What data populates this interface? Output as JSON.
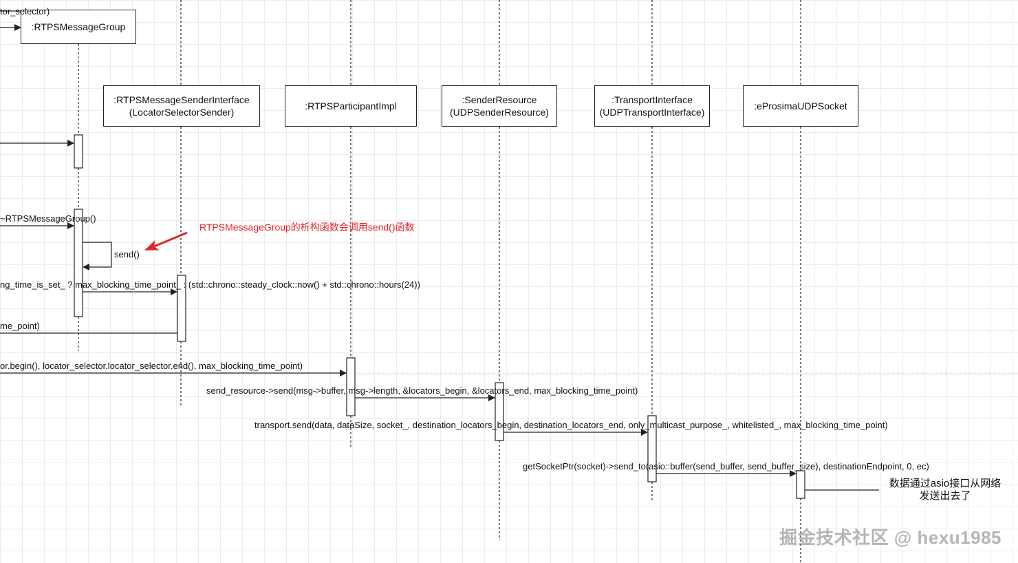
{
  "lifelines": [
    {
      "id": "group",
      "label": ":RTPSMessageGroup"
    },
    {
      "id": "sender_if",
      "label": ":RTPSMessageSenderInterface\n(LocatorSelectorSender)"
    },
    {
      "id": "participant",
      "label": ":RTPSParticipantImpl"
    },
    {
      "id": "sender_res",
      "label": ":SenderResource\n(UDPSenderResource)"
    },
    {
      "id": "transport",
      "label": ":TransportInterface\n(UDPTransportInterface)"
    },
    {
      "id": "socket",
      "label": ":eProsimaUDPSocket"
    }
  ],
  "messages": {
    "m0": "tor_selector)",
    "m1": "~RTPSMessageGroup()",
    "m2": "send()",
    "m3": "ng_time_is_set_ ? max_blocking_time_point_ : (std::chrono::steady_clock::now() + std::chrono::hours(24))",
    "m4": "me_point)",
    "m5": "or.begin(), locator_selector.locator_selector.end(), max_blocking_time_point)",
    "m6": "send_resource->send(msg->buffer, msg->length, &locators_begin, &locators_end, max_blocking_time_point)",
    "m7": "transport.send(data, dataSize, socket_, destination_locators_begin, destination_locators_end, only_multicast_purpose_, whitelisted_, max_blocking_time_point)",
    "m8": "getSocketPtr(socket)->send_to(asio::buffer(send_buffer, send_buffer_size), destinationEndpoint, 0, ec)"
  },
  "annotation": "RTPSMessageGroup的析构函数会调用send()函数",
  "note": {
    "line1": "数据通过asio接口从网络",
    "line2": "发送出去了"
  },
  "watermark": "掘金技术社区 @ hexu1985",
  "colors": {
    "line": "#222222",
    "annotation": "#e0262c",
    "grid": "#ececec"
  }
}
